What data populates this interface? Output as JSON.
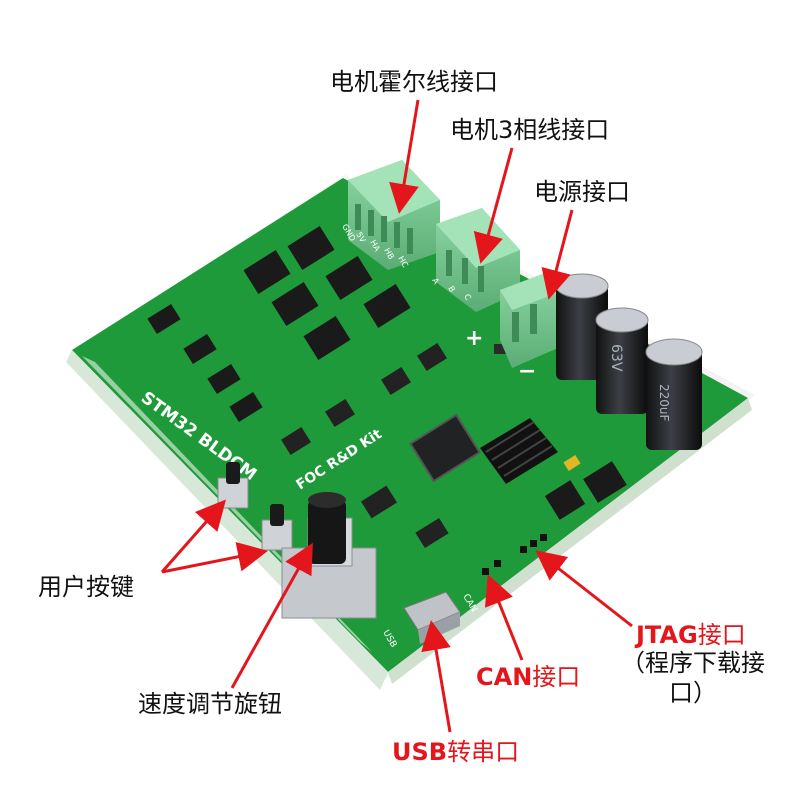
{
  "annotations": {
    "hall_interface": "电机霍尔线接口",
    "phase_interface": "电机3相线接口",
    "power_interface": "电源接口",
    "user_keys": "用户按键",
    "speed_knob": "速度调节旋钮",
    "usb_prefix": "USB",
    "usb_suffix": "转串口",
    "can_prefix": "CAN",
    "can_suffix": "接口",
    "jtag_prefix": "JTAG",
    "jtag_suffix": "接口",
    "jtag_note": "（程序下载接口）"
  },
  "board": {
    "silk_title": "STM32 BLDCM",
    "silk_kit": "FOC R&D Kit",
    "pin_labels": [
      "GND",
      "5V",
      "HA",
      "HB",
      "HC",
      "A",
      "B",
      "C"
    ],
    "cap_value": "220uF",
    "cap_voltage": "63V",
    "can_silk": "CAN",
    "usb_silk": "USB",
    "plus_sign": "+",
    "minus_sign": "−"
  },
  "colors": {
    "pcb": "#1f9a3a",
    "pcb_dark": "#167a2c",
    "terminal": "#74c48e",
    "arrow": "#e4151b",
    "background": "#ffffff"
  }
}
